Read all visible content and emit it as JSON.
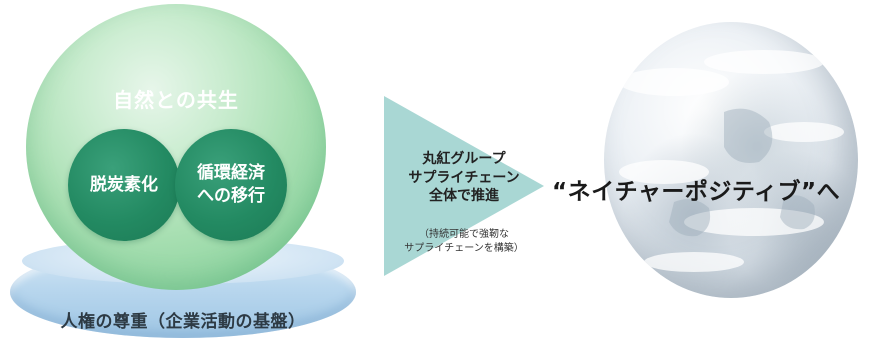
{
  "sphere": {
    "title": "自然との共生",
    "left_circle": "脱炭素化",
    "right_circle_line1": "循環経済",
    "right_circle_line2": "への移行"
  },
  "base": {
    "label": "人権の尊重（企業活動の基盤）"
  },
  "arrow": {
    "line1": "丸紅グループ",
    "line2": "サプライチェーン",
    "line3": "全体で推進",
    "note_line1": "（持続可能で強靭な",
    "note_line2": "サプライチェーンを構築）"
  },
  "goal": {
    "tagline": "“ネイチャーポジティブ”へ"
  },
  "colors": {
    "sphere_green": "#8ed4a0",
    "inner_green": "#238a62",
    "arrow_teal": "#a9d7d4",
    "base_blue": "#b9d7ee"
  }
}
